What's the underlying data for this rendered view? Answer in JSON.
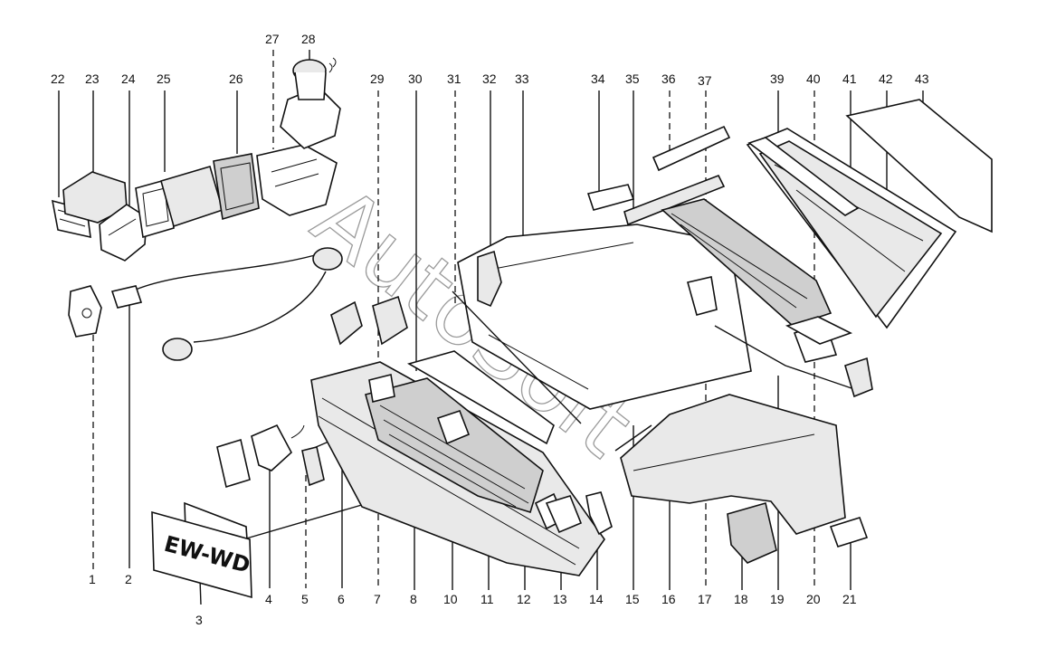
{
  "callouts": {
    "n1": "1",
    "n2": "2",
    "n3": "3",
    "n4": "4",
    "n5": "5",
    "n6": "6",
    "n7": "7",
    "n8": "8",
    "n10": "10",
    "n11": "11",
    "n12": "12",
    "n13": "13",
    "n14": "14",
    "n15": "15",
    "n16": "16",
    "n17": "17",
    "n18": "18",
    "n19": "19",
    "n20": "20",
    "n21": "21",
    "n22": "22",
    "n23": "23",
    "n24": "24",
    "n25": "25",
    "n26": "26",
    "n27": "27",
    "n28": "28",
    "n29": "29",
    "n30": "30",
    "n31": "31",
    "n32": "32",
    "n33": "33",
    "n34": "34",
    "n35": "35",
    "n36": "36",
    "n37": "37",
    "n39": "39",
    "n40": "40",
    "n41": "41",
    "n42": "42",
    "n43": "43"
  },
  "plate_text": "EW-WD",
  "watermark": "AutoSoft"
}
